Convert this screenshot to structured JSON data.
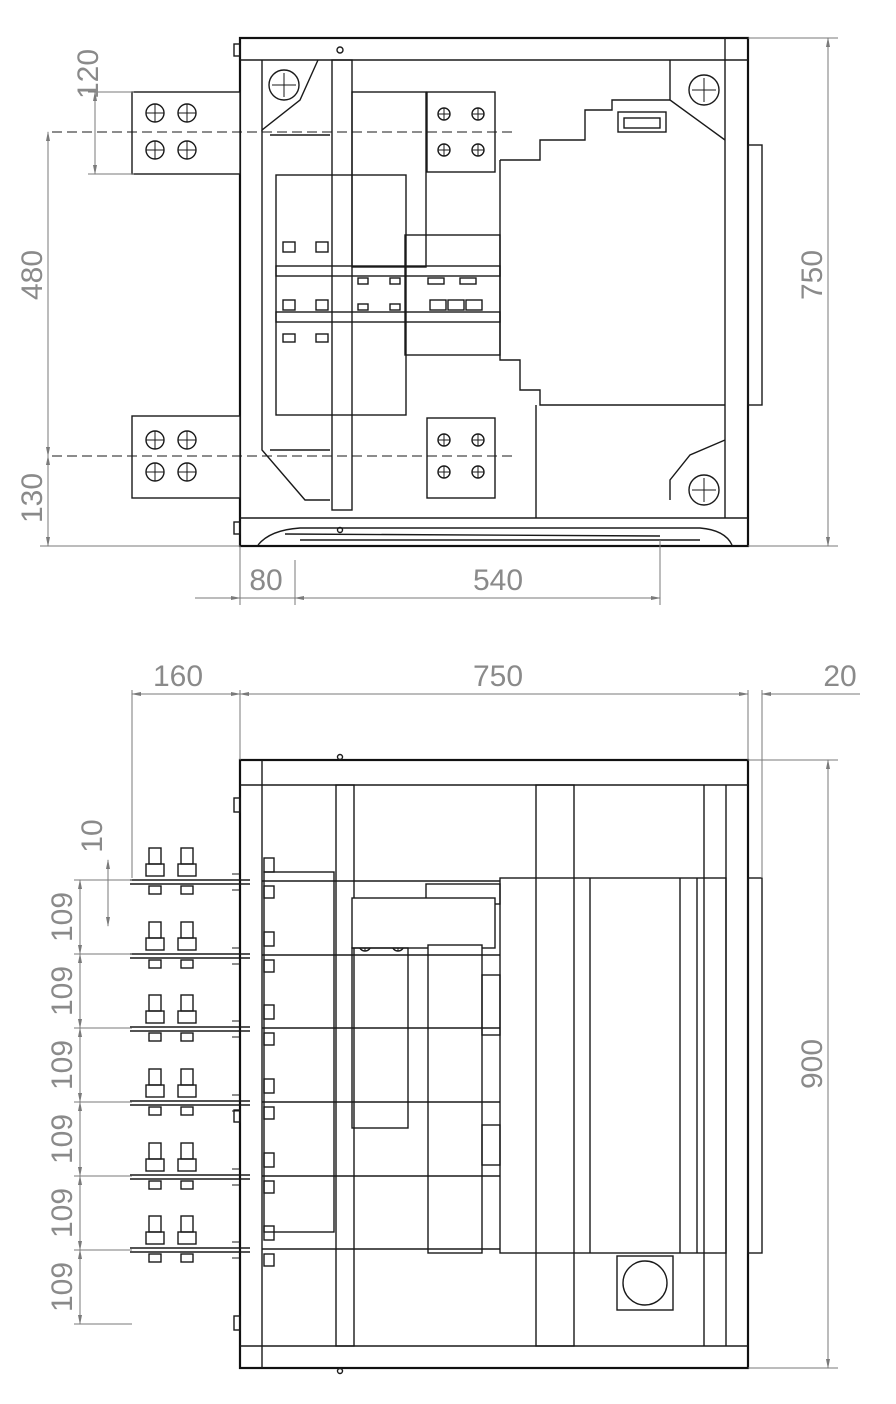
{
  "top_view": {
    "dimensions": {
      "top_offset": "120",
      "bolt_spacing": "480",
      "bottom_offset": "130",
      "depth": "750",
      "front_offset": "80",
      "rear_offset": "540"
    }
  },
  "side_view": {
    "dimensions": {
      "terminal_length": "160",
      "depth": "750",
      "rear_projection": "20",
      "height": "900",
      "first_gap": "10",
      "pitch": [
        "109",
        "109",
        "109",
        "109",
        "109",
        "109"
      ]
    }
  },
  "colors": {
    "line": "#1a1a1a",
    "dimension": "#8a8a8a"
  }
}
